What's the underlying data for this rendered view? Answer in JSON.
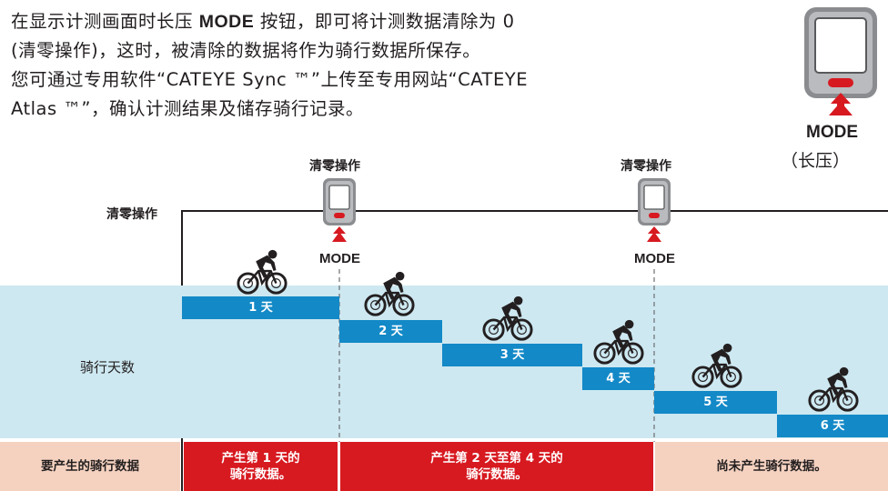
{
  "intro": {
    "line1_pre": "在显示计测画面时长压 ",
    "line1_bold": "MODE",
    "line1_post": " 按钮，即可将计测数据清除为 0",
    "line2": "(清零操作)，这时，被清除的数据将作为骑行数据所保存。",
    "line3": "您可通过专用软件“CATEYE Sync ™”上传至专用网站“CATEYE",
    "line4": "Atlas ™”，确认计测结果及储存骑行记录。"
  },
  "corner": {
    "mode_label": "MODE",
    "hold_label": "（长压）"
  },
  "diagram": {
    "reset_row_label": "清零操作",
    "reset_caption_1": "清零操作",
    "reset_caption_2": "清零操作",
    "mode_label_1": "MODE",
    "mode_label_2": "MODE",
    "days_row_label": "骑行天数",
    "days": [
      "1 天",
      "2 天",
      "3 天",
      "4 天",
      "5 天",
      "6 天"
    ],
    "data_row_label": "要产生的骑行数据",
    "data_cells": [
      "产生第 1 天的\n骑行数据。",
      "产生第 2 天至第 4 天的\n骑行数据。",
      "尚未产生骑行数据。"
    ]
  },
  "colors": {
    "light_blue_band": "#cde8f1",
    "step_blue": "#1389c7",
    "red_accent": "#d71920",
    "peach": "#f5d2c0",
    "device_gray": "#8a8c8f"
  }
}
